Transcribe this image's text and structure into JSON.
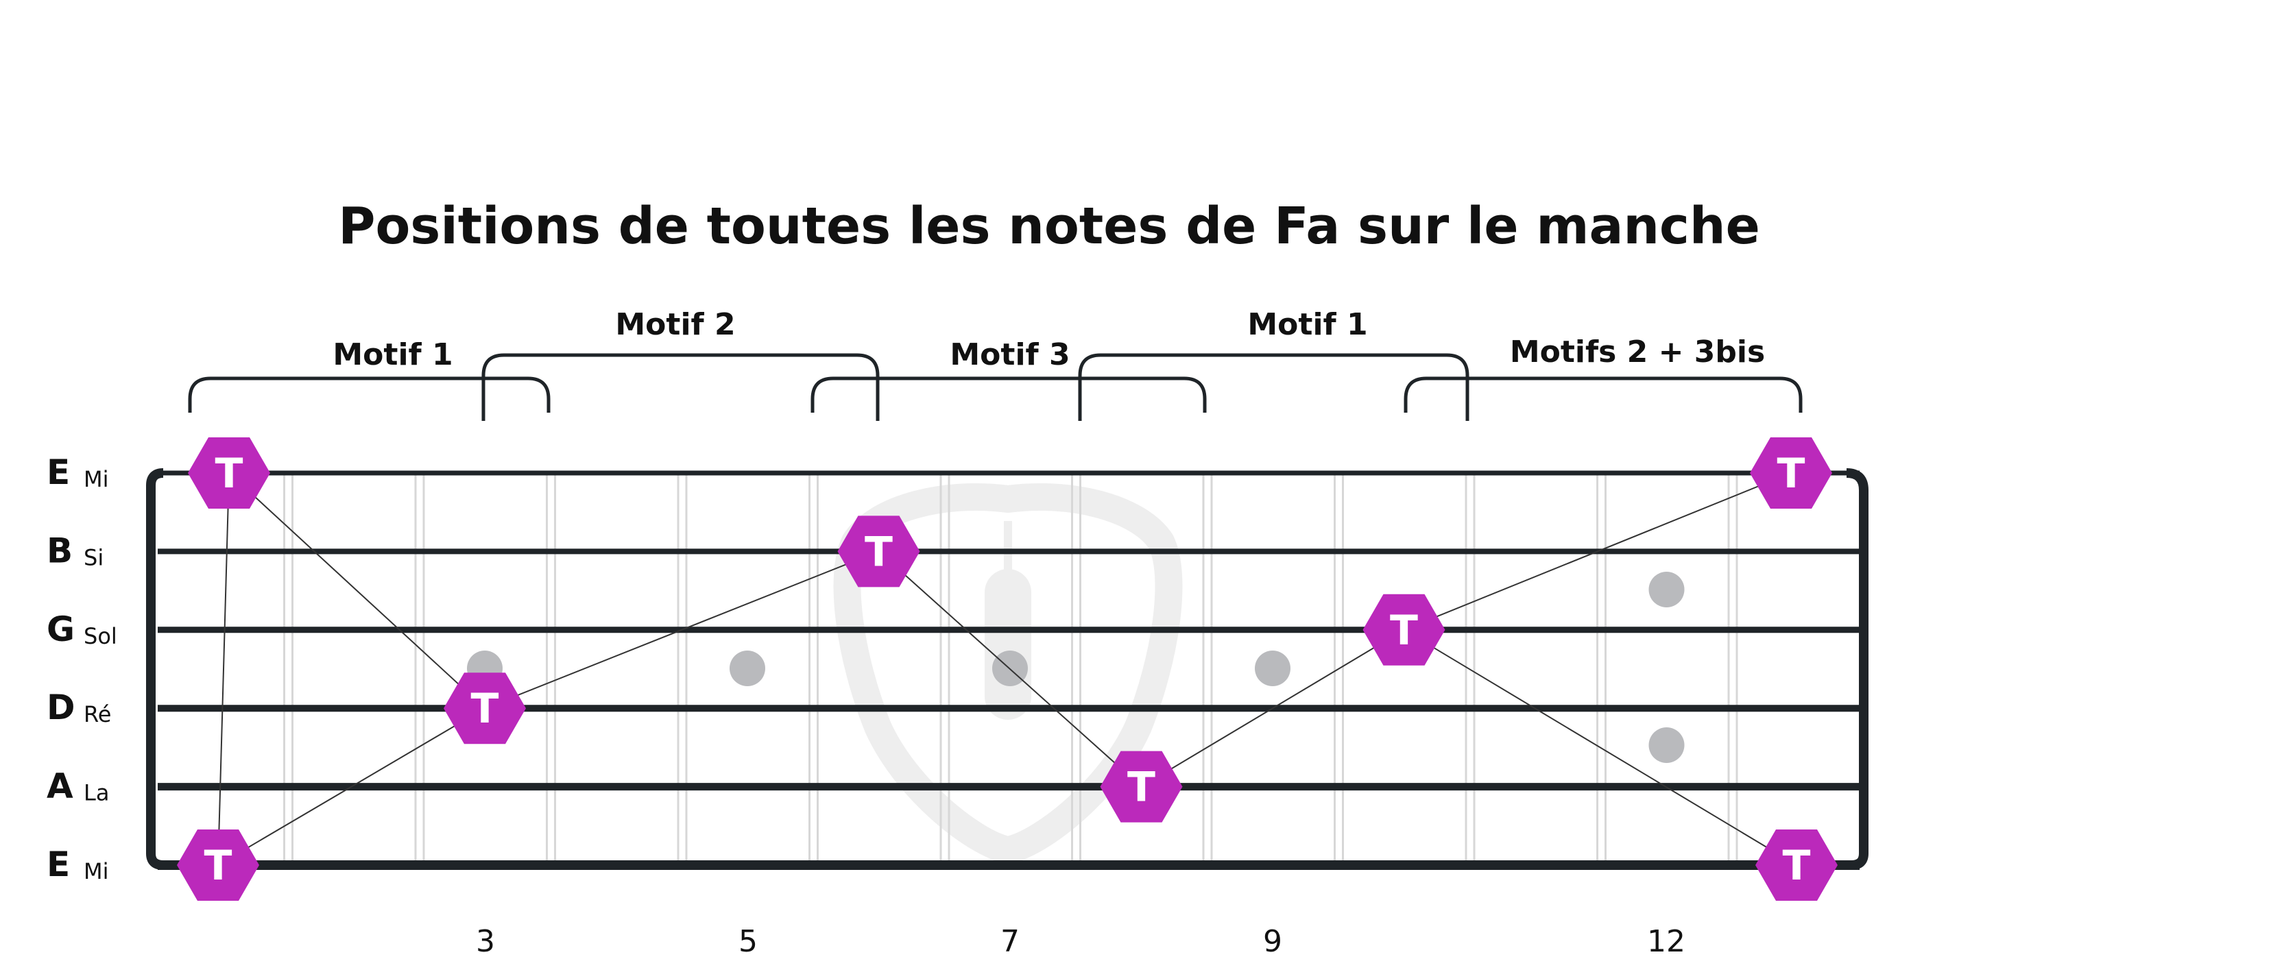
{
  "title": "Positions de toutes les notes de Fa sur le manche",
  "colors": {
    "marker": "#BB29BB",
    "string": "#1f2428",
    "inlay": "#b9babd",
    "fret": "#d7d7d7",
    "watermark": "#eeeeee"
  },
  "icons": {
    "watermark": "guitar-pick-icon",
    "marker": "hexagon-icon"
  },
  "motifs": [
    {
      "label": "Motif 1"
    },
    {
      "label": "Motif 2"
    },
    {
      "label": "Motif 3"
    },
    {
      "label": "Motif 1"
    },
    {
      "label": "Motifs 2 + 3bis"
    }
  ],
  "strings": [
    {
      "letter": "E",
      "name": "Mi"
    },
    {
      "letter": "B",
      "name": "Si"
    },
    {
      "letter": "G",
      "name": "Sol"
    },
    {
      "letter": "D",
      "name": "Ré"
    },
    {
      "letter": "A",
      "name": "La"
    },
    {
      "letter": "E",
      "name": "Mi"
    }
  ],
  "fret_numbers": [
    "3",
    "5",
    "7",
    "9",
    "12"
  ],
  "inlay_frets": [
    3,
    5,
    7,
    9,
    12
  ],
  "notes": [
    {
      "string": 1,
      "fret": 1,
      "label": "T"
    },
    {
      "string": 2,
      "fret": 6,
      "label": "T"
    },
    {
      "string": 3,
      "fret": 10,
      "label": "T"
    },
    {
      "string": 4,
      "fret": 3,
      "label": "T"
    },
    {
      "string": 5,
      "fret": 8,
      "label": "T"
    },
    {
      "string": 6,
      "fret": 1,
      "label": "T"
    },
    {
      "string": 1,
      "fret": 13,
      "label": "T"
    },
    {
      "string": 6,
      "fret": 13,
      "label": "T"
    }
  ]
}
